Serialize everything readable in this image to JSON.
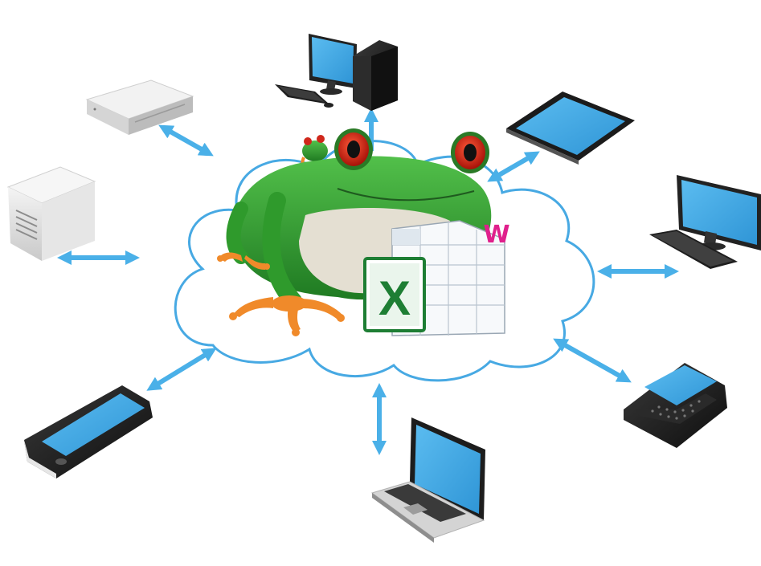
{
  "title": "",
  "center": {
    "cloud": "cloud",
    "mascot": "frog",
    "icons": [
      "excel-icon",
      "word-icon"
    ],
    "excel_letter": "X",
    "word_letter": "W"
  },
  "devices": [
    {
      "name": "desktop-computer",
      "icon": "desktop-pc-icon",
      "connection": "bidirectional"
    },
    {
      "name": "tablet",
      "icon": "tablet-icon",
      "connection": "bidirectional"
    },
    {
      "name": "desktop-monitor-keyboard",
      "icon": "monitor-icon",
      "connection": "bidirectional"
    },
    {
      "name": "smartphone-qwerty",
      "icon": "qwerty-phone-icon",
      "connection": "bidirectional"
    },
    {
      "name": "laptop",
      "icon": "laptop-icon",
      "connection": "bidirectional"
    },
    {
      "name": "smartphone",
      "icon": "smartphone-icon",
      "connection": "bidirectional"
    },
    {
      "name": "server-tower",
      "icon": "server-tower-icon",
      "connection": "bidirectional"
    },
    {
      "name": "network-appliance",
      "icon": "network-box-icon",
      "connection": "bidirectional"
    }
  ],
  "colors": {
    "cloud_stroke": "#47a9e3",
    "arrow": "#4ab0e8",
    "screen": "#3ea7e6",
    "frog_green": "#2f9a2c",
    "frog_eye": "#d0271b",
    "frog_feet": "#f08a2a",
    "excel_green": "#1e7e34",
    "word_pink": "#e0208c"
  }
}
